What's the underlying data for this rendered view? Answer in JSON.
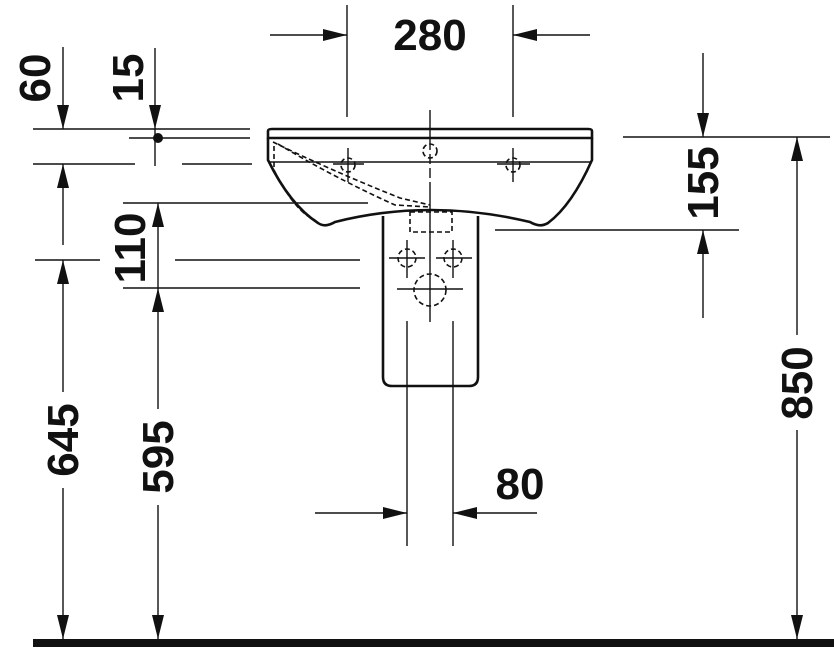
{
  "drawing": {
    "subject": "Washbasin with semi-pedestal – installation dimensions (mm)",
    "colors": {
      "line": "#111111",
      "background": "#ffffff"
    }
  },
  "dimensions": {
    "d280": {
      "value": "280",
      "meaning": "tap hole spacing / horizontal"
    },
    "d60": {
      "value": "60"
    },
    "d15": {
      "value": "15"
    },
    "d155": {
      "value": "155"
    },
    "d110": {
      "value": "110"
    },
    "d645": {
      "value": "645"
    },
    "d595": {
      "value": "595"
    },
    "d850": {
      "value": "850"
    },
    "d80": {
      "value": "80"
    }
  }
}
